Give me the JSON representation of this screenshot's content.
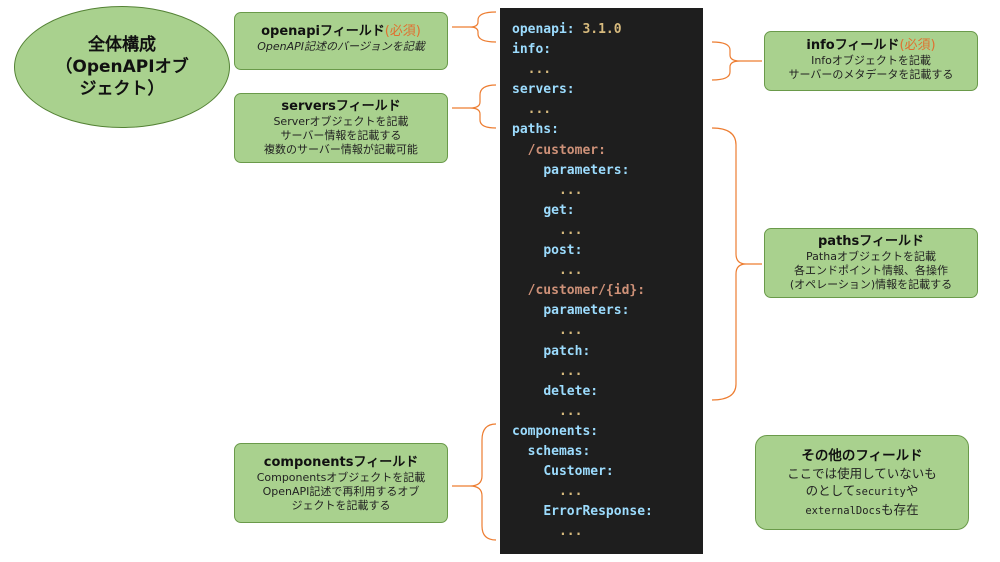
{
  "overview": {
    "line1": "全体構成",
    "line2": "（OpenAPIオブ",
    "line3": "ジェクト）"
  },
  "openapi_box": {
    "title": "openapiフィールド",
    "required": "(必須)",
    "desc": "OpenAPI記述のバージョンを記載"
  },
  "servers_box": {
    "title": "serversフィールド",
    "desc1": "Serverオブジェクトを記載",
    "desc2": "サーバー情報を記載する",
    "desc3": "複数のサーバー情報が記載可能"
  },
  "components_box": {
    "title": "componentsフィールド",
    "desc1": "Componentsオブジェクトを記載",
    "desc2": "OpenAPI記述で再利用するオブ",
    "desc3": "ジェクトを記載する"
  },
  "info_box": {
    "title": "infoフィールド",
    "required": "(必須)",
    "desc1": "Infoオブジェクトを記載",
    "desc2": "サーバーのメタデータを記載する"
  },
  "paths_box": {
    "title": "pathsフィールド",
    "desc1": "Pathaオブジェクトを記載",
    "desc2": "各エンドポイント情報、各操作",
    "desc3": "(オペレーション)情報を記載する"
  },
  "other_box": {
    "title": "その他のフィールド",
    "desc1": "ここでは使用していないも",
    "desc2_pre": "のとして",
    "desc2_code": "security",
    "desc2_post": "や",
    "desc3_code": "externalDocs",
    "desc3_post": "も存在"
  },
  "code_lines": [
    {
      "indent": "",
      "parts": [
        {
          "t": "openapi: ",
          "c": "key"
        },
        {
          "t": "3.1.0",
          "c": "ell"
        }
      ]
    },
    {
      "indent": "",
      "parts": [
        {
          "t": "info:",
          "c": "key"
        }
      ]
    },
    {
      "indent": "  ",
      "parts": [
        {
          "t": "...",
          "c": "ell"
        }
      ]
    },
    {
      "indent": "",
      "parts": [
        {
          "t": "servers:",
          "c": "key"
        }
      ]
    },
    {
      "indent": "  ",
      "parts": [
        {
          "t": "...",
          "c": "ell"
        }
      ]
    },
    {
      "indent": "",
      "parts": [
        {
          "t": "paths:",
          "c": "key"
        }
      ]
    },
    {
      "indent": "  ",
      "parts": [
        {
          "t": "/customer:",
          "c": "path"
        }
      ]
    },
    {
      "indent": "    ",
      "parts": [
        {
          "t": "parameters:",
          "c": "key"
        }
      ]
    },
    {
      "indent": "      ",
      "parts": [
        {
          "t": "...",
          "c": "ell"
        }
      ]
    },
    {
      "indent": "    ",
      "parts": [
        {
          "t": "get:",
          "c": "key"
        }
      ]
    },
    {
      "indent": "      ",
      "parts": [
        {
          "t": "...",
          "c": "ell"
        }
      ]
    },
    {
      "indent": "    ",
      "parts": [
        {
          "t": "post:",
          "c": "key"
        }
      ]
    },
    {
      "indent": "      ",
      "parts": [
        {
          "t": "...",
          "c": "ell"
        }
      ]
    },
    {
      "indent": "  ",
      "parts": [
        {
          "t": "/customer/{id}:",
          "c": "path"
        }
      ]
    },
    {
      "indent": "    ",
      "parts": [
        {
          "t": "parameters:",
          "c": "key"
        }
      ]
    },
    {
      "indent": "      ",
      "parts": [
        {
          "t": "...",
          "c": "ell"
        }
      ]
    },
    {
      "indent": "    ",
      "parts": [
        {
          "t": "patch:",
          "c": "key"
        }
      ]
    },
    {
      "indent": "      ",
      "parts": [
        {
          "t": "...",
          "c": "ell"
        }
      ]
    },
    {
      "indent": "    ",
      "parts": [
        {
          "t": "delete:",
          "c": "key"
        }
      ]
    },
    {
      "indent": "      ",
      "parts": [
        {
          "t": "...",
          "c": "ell"
        }
      ]
    },
    {
      "indent": "",
      "parts": [
        {
          "t": "components:",
          "c": "key"
        }
      ]
    },
    {
      "indent": "  ",
      "parts": [
        {
          "t": "schemas:",
          "c": "key"
        }
      ]
    },
    {
      "indent": "    ",
      "parts": [
        {
          "t": "Customer:",
          "c": "key"
        }
      ]
    },
    {
      "indent": "      ",
      "parts": [
        {
          "t": "...",
          "c": "ell"
        }
      ]
    },
    {
      "indent": "    ",
      "parts": [
        {
          "t": "ErrorResponse:",
          "c": "key"
        }
      ]
    },
    {
      "indent": "      ",
      "parts": [
        {
          "t": "...",
          "c": "ell"
        }
      ]
    }
  ],
  "colors": {
    "box_fill": "#a9d18e",
    "code_bg": "#1e1e1e",
    "bracket": "#ed7d31",
    "required": "#e07030"
  }
}
